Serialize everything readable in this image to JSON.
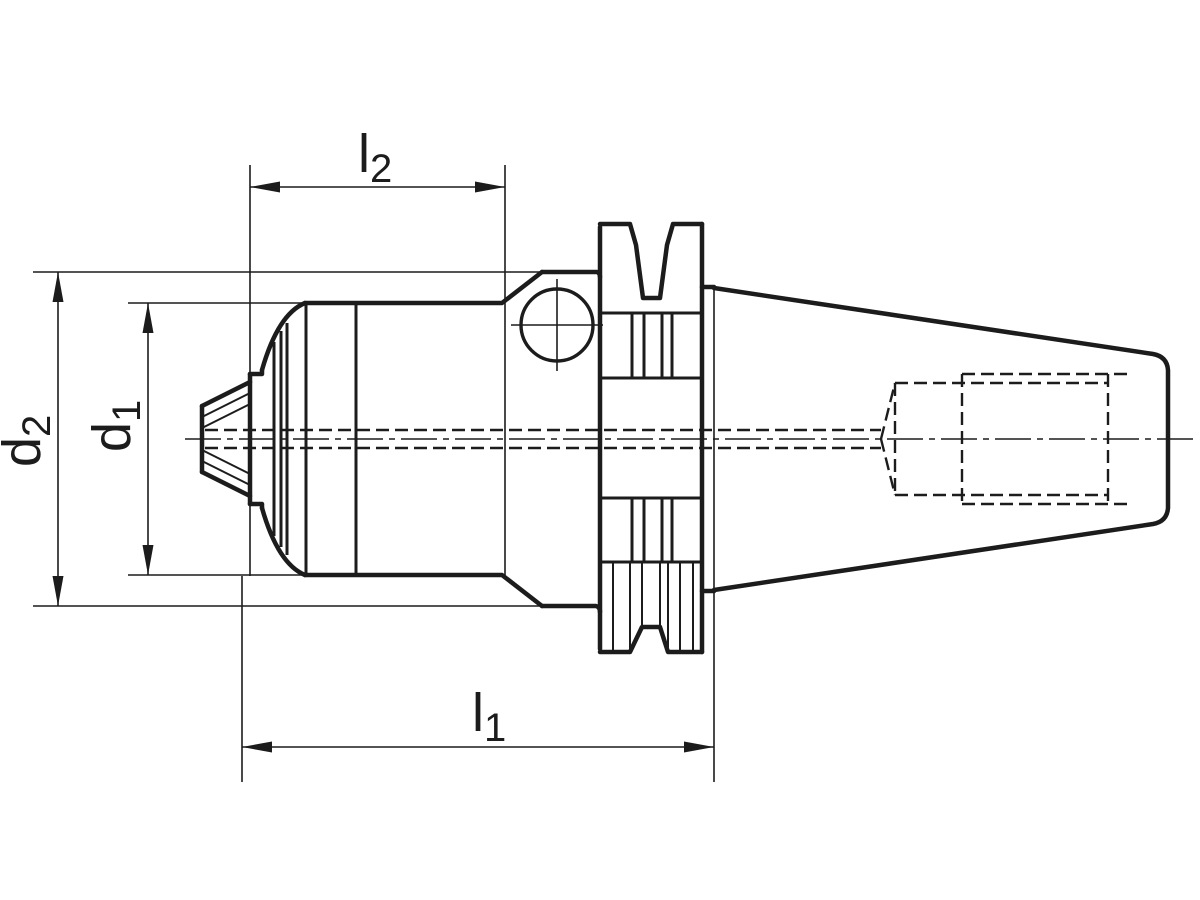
{
  "drawing": {
    "title": "drill-chuck-with-taper-shank-technical-drawing",
    "labels": {
      "l2": {
        "base": "l",
        "sub": "2"
      },
      "l1": {
        "base": "l",
        "sub": "1"
      },
      "d2": {
        "base": "d",
        "sub": "2"
      },
      "d1": {
        "base": "d",
        "sub": "1"
      }
    },
    "colors": {
      "line": "#1c1c1c",
      "background": "#ffffff"
    }
  }
}
